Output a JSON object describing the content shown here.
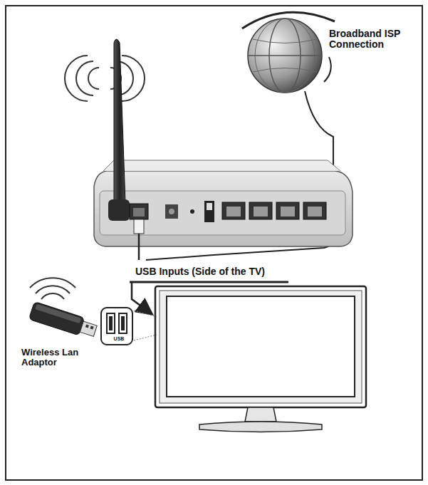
{
  "diagram": {
    "labels": [
      "Broadband ISP Connection",
      "USB Inputs (Side of the TV)",
      "Wireless Lan Adaptor",
      "USB"
    ]
  }
}
